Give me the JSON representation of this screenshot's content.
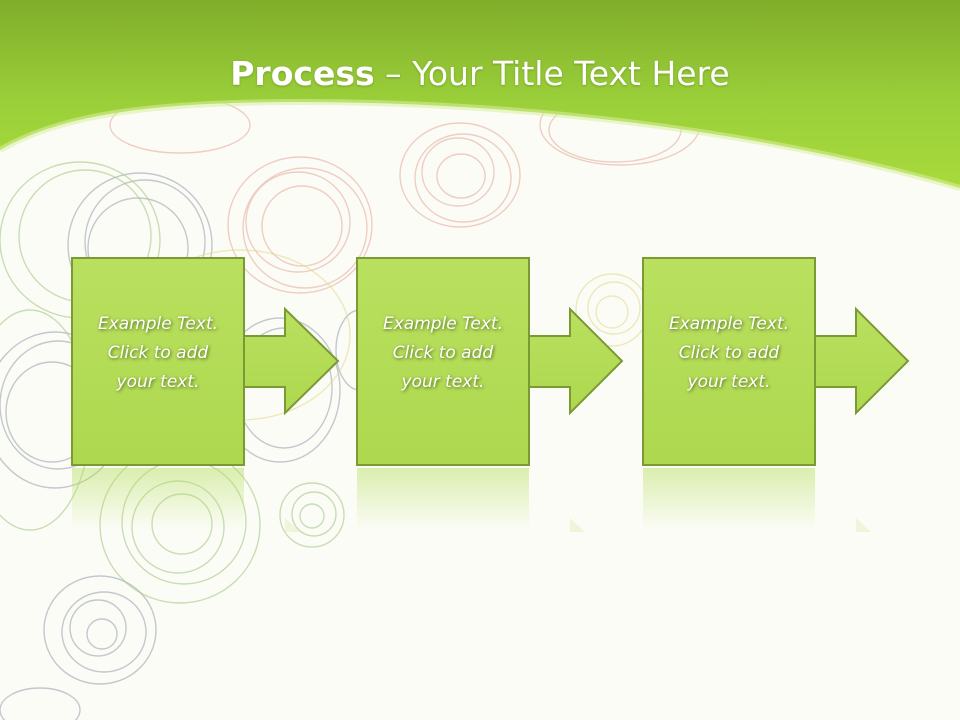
{
  "title": {
    "bold": "Process",
    "dash": " – ",
    "rest": "Your Title Text Here"
  },
  "steps": [
    {
      "lines": [
        "Example Text.",
        "Click  to add",
        "your text."
      ]
    },
    {
      "lines": [
        "Example Text.",
        "Click  to add",
        "your text."
      ]
    },
    {
      "lines": [
        "Example Text.",
        "Click  to add",
        "your text."
      ]
    }
  ],
  "colors": {
    "header_green": "#93c834",
    "box_fill": "#b3dd57",
    "box_border": "#7a9a34",
    "background": "#fbfcf6"
  }
}
